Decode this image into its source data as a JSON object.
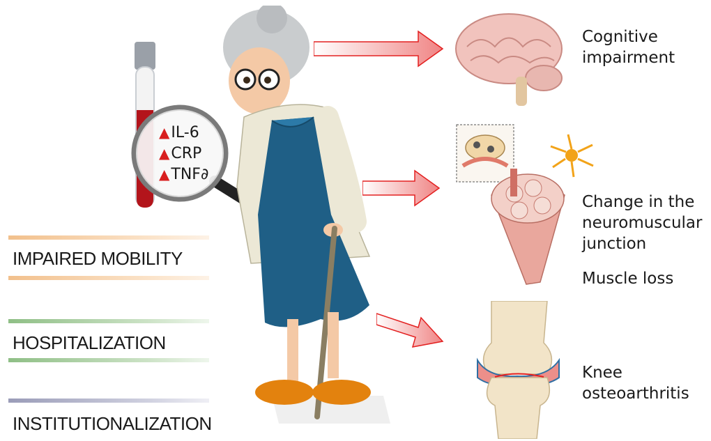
{
  "markers": [
    {
      "label": "IL-6",
      "direction": "up"
    },
    {
      "label": "CRP",
      "direction": "up"
    },
    {
      "label": "TNF∂",
      "direction": "up"
    }
  ],
  "outcomes": [
    {
      "label": "IMPAIRED MOBILITY",
      "color": "#f2c08c"
    },
    {
      "label": "HOSPITALIZATION",
      "color": "#8fbf86"
    },
    {
      "label": "INSTITUTIONALIZATION",
      "color": "#9a9cb8"
    }
  ],
  "organs": {
    "brain": {
      "line1": "Cognitive",
      "line2": "impairment"
    },
    "neuromuscular": {
      "line1": "Change in the",
      "line2": "neuromuscular",
      "line3": "junction",
      "line4": "Muscle loss"
    },
    "knee": {
      "line1": "Knee",
      "line2": "osteoarthritis"
    }
  },
  "colors": {
    "arrow": "#e32020",
    "blood": "#b3141b",
    "dress": "#1f5f86",
    "cardigan": "#ece8d6",
    "shoes": "#e3820e"
  }
}
